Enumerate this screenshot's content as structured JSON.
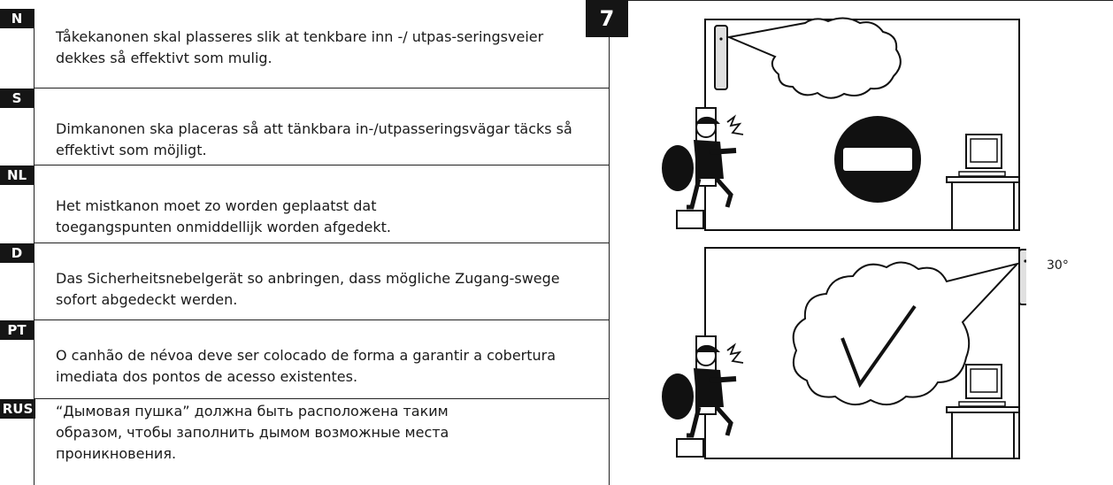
{
  "step_number": "7",
  "angle_label": "30°",
  "languages": [
    {
      "code": "N",
      "text": "Tåkekanonen skal plasseres slik at tenkbare inn -/ utpas-seringsveier dekkes så effektivt som mulig."
    },
    {
      "code": "S",
      "text": "Dimkanonen ska placeras så att tänkbara in-/utpasseringsvägar täcks så effektivt som möjligt."
    },
    {
      "code": "NL",
      "text": "Het mistkanon moet zo worden geplaatst dat toegangspunten onmiddellijk worden afgedekt."
    },
    {
      "code": "D",
      "text": "Das Sicherheitsnebelgerät so anbringen, dass mögliche Zugang-swege sofort abgedeckt werden."
    },
    {
      "code": "PT",
      "text": "O canhão de névoa deve ser colocado de forma a garantir a cobertura imediata dos pontos de acesso existentes."
    },
    {
      "code": "RUS",
      "text": "“Дымовая пушка” должна быть расположена таким образом, чтобы заполнить дымом возможные места проникновения."
    }
  ]
}
